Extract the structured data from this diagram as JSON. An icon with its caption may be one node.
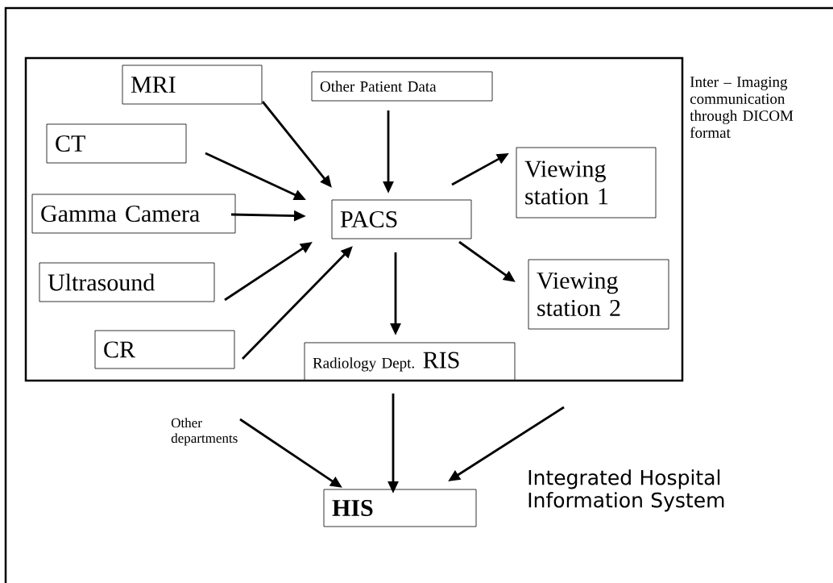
{
  "diagram": {
    "nodes": [
      {
        "text": [],
        "shape": "box",
        "beside": [
          "Inter – Imaging communication through DICOM format"
        ]
      },
      {
        "text": [
          "MRI"
        ],
        "in": 0
      },
      {
        "text": [
          "Other Patient Data"
        ],
        "in": 0
      },
      {
        "text": [
          "CT"
        ],
        "in": 0
      },
      {
        "text": [
          "Gamma Camera"
        ],
        "in": 0
      },
      {
        "text": [
          "PACS"
        ],
        "in": 0
      },
      {
        "text": [
          "Viewing station 1"
        ],
        "in": 0
      },
      {
        "text": [
          "Ultrasound"
        ],
        "in": 0
      },
      {
        "text": [
          "Viewing station 2"
        ],
        "in": 0
      },
      {
        "text": [
          "CR"
        ],
        "in": 0
      },
      {
        "text": [
          "Radiology Dept.",
          "RIS"
        ],
        "in": 0
      },
      {
        "text": [
          "HIS"
        ],
        "beside": [
          "Integrated Hospital Information System"
        ]
      }
    ],
    "edges": [
      {
        "from": 1,
        "to": 5,
        "arrow": "to"
      },
      {
        "from": 2,
        "to": 5,
        "arrow": "to"
      },
      {
        "from": 3,
        "to": 5,
        "arrow": "to"
      },
      {
        "from": 4,
        "to": 5,
        "arrow": "to"
      },
      {
        "from": 7,
        "to": 5,
        "arrow": "to"
      },
      {
        "from": 9,
        "to": 5,
        "arrow": "to"
      },
      {
        "from": 5,
        "to": 6,
        "arrow": "to"
      },
      {
        "from": 5,
        "to": 8,
        "arrow": "to"
      },
      {
        "from": 5,
        "to": 10,
        "arrow": "to"
      },
      {
        "from": 10,
        "to": 11,
        "arrow": "to"
      },
      {
        "from": null,
        "to": 11,
        "arrow": "to",
        "label": "Other departments"
      },
      {
        "from": null,
        "to": 11,
        "arrow": "to"
      }
    ]
  }
}
